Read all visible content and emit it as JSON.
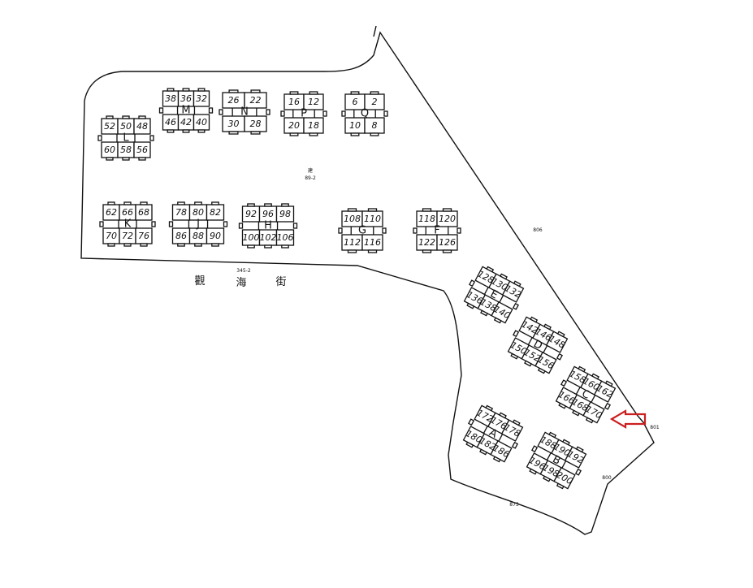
{
  "colors": {
    "ink": "#111111",
    "arrow": "#cc1f1f",
    "paper": "#ffffff"
  },
  "street_name": [
    "觀",
    "海",
    "街"
  ],
  "lot_labels": {
    "road_code": "345-2",
    "center_top": "建",
    "center_top_code": "89-2",
    "right_edge_upper": "806",
    "right_edge_arrow": "801",
    "right_edge_lower": "800",
    "bottom_edge": "873"
  },
  "blocks": [
    {
      "letter": "M",
      "units": [
        "38",
        "36",
        "32",
        "46",
        "42",
        "40"
      ]
    },
    {
      "letter": "N",
      "units": [
        "26",
        "22",
        "30",
        "28"
      ]
    },
    {
      "letter": "P",
      "units": [
        "16",
        "12",
        "20",
        "18"
      ]
    },
    {
      "letter": "Q",
      "units": [
        "6",
        "2",
        "10",
        "8"
      ]
    },
    {
      "letter": "L",
      "units": [
        "52",
        "50",
        "48",
        "60",
        "58",
        "56"
      ]
    },
    {
      "letter": "K",
      "units": [
        "62",
        "66",
        "68",
        "70",
        "72",
        "76"
      ]
    },
    {
      "letter": "J",
      "units": [
        "78",
        "80",
        "82",
        "86",
        "88",
        "90"
      ]
    },
    {
      "letter": "H",
      "units": [
        "92",
        "96",
        "98",
        "100",
        "102",
        "106"
      ]
    },
    {
      "letter": "G",
      "units": [
        "108",
        "110",
        "112",
        "116"
      ]
    },
    {
      "letter": "F",
      "units": [
        "118",
        "120",
        "122",
        "126"
      ]
    },
    {
      "letter": "E",
      "units": [
        "128",
        "130",
        "132",
        "136",
        "138",
        "140"
      ]
    },
    {
      "letter": "D",
      "units": [
        "142",
        "146",
        "148",
        "150",
        "152",
        "156"
      ]
    },
    {
      "letter": "C",
      "units": [
        "158",
        "160",
        "162",
        "166",
        "168",
        "170"
      ]
    },
    {
      "letter": "A",
      "units": [
        "172",
        "176",
        "178",
        "180",
        "182",
        "186"
      ]
    },
    {
      "letter": "B",
      "units": [
        "188",
        "190",
        "192",
        "196",
        "198",
        "200"
      ]
    }
  ]
}
